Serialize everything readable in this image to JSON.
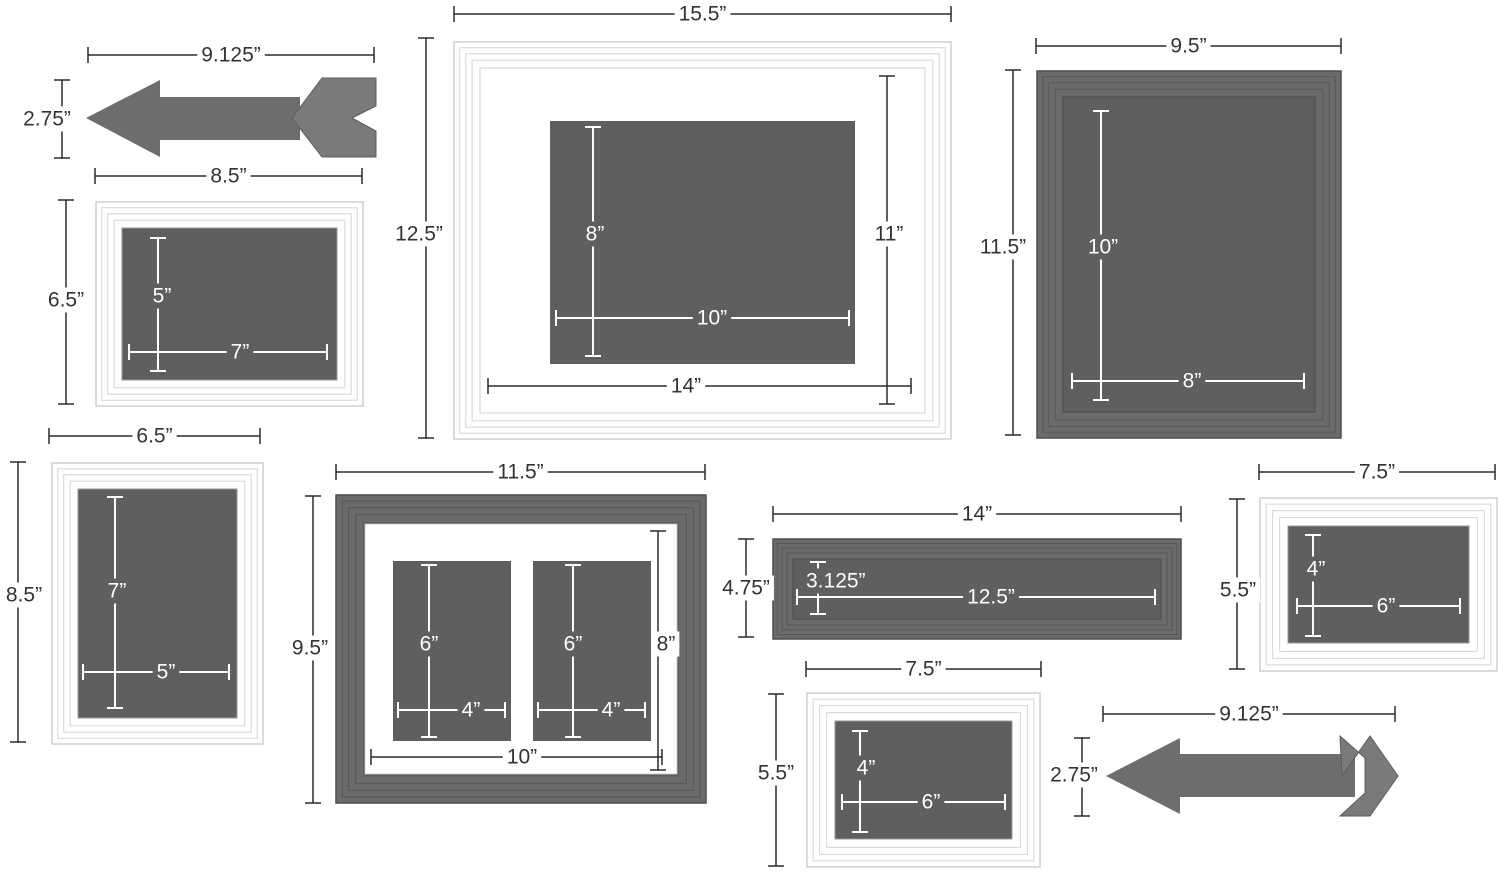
{
  "colors": {
    "white_frame": "#ffffff",
    "white_frame_edge": "#cfcfcf",
    "gray_frame": "#6b6b6b",
    "gray_frame_edge": "#4f4f4f",
    "opening": "#5f5f5f",
    "mat": "#ffffff",
    "arrow": "#6d6d6d",
    "dimension_line": "#2b2b2b",
    "inner_dimension_line": "#ffffff"
  },
  "items": {
    "arrow_top_left": {
      "name": "arrow-sign-top-left",
      "color": "gray",
      "width": "9.125”",
      "height": "2.75”"
    },
    "frame_7x5": {
      "name": "frame-white-7x5",
      "color": "white",
      "outer_width": "8.5”",
      "outer_height": "6.5”",
      "inner_width": "7”",
      "inner_height": "5”"
    },
    "frame_10x8_mat": {
      "name": "frame-white-10x8-matted",
      "color": "white",
      "outer_width": "15.5”",
      "outer_height": "12.5”",
      "mat_width": "14”",
      "mat_height": "11”",
      "inner_width": "10”",
      "inner_height": "8”"
    },
    "frame_8x10_gray": {
      "name": "frame-gray-8x10",
      "color": "gray",
      "outer_width": "9.5”",
      "outer_height": "11.5”",
      "inner_width": "8”",
      "inner_height": "10”"
    },
    "frame_5x7": {
      "name": "frame-white-5x7",
      "color": "white",
      "outer_width": "6.5”",
      "outer_height": "8.5”",
      "inner_width": "5”",
      "inner_height": "7”"
    },
    "frame_double_4x6": {
      "name": "frame-gray-double-4x6",
      "color": "gray",
      "outer_width": "11.5”",
      "outer_height": "9.5”",
      "mat_width": "10”",
      "mat_height": "8”",
      "left_width": "4”",
      "left_height": "6”",
      "right_width": "4”",
      "right_height": "6”"
    },
    "frame_panoramic": {
      "name": "frame-gray-panoramic",
      "color": "gray",
      "outer_width": "14”",
      "outer_height": "4.75”",
      "inner_width": "12.5”",
      "inner_height": "3.125”"
    },
    "frame_6x4_right": {
      "name": "frame-white-6x4-right",
      "color": "white",
      "outer_width": "7.5”",
      "outer_height": "5.5”",
      "inner_width": "6”",
      "inner_height": "4”"
    },
    "frame_6x4_bottom": {
      "name": "frame-white-6x4-bottom",
      "color": "white",
      "outer_width": "7.5”",
      "outer_height": "5.5”",
      "inner_width": "6”",
      "inner_height": "4”"
    },
    "arrow_bottom_right": {
      "name": "arrow-sign-bottom-right",
      "color": "gray",
      "width": "9.125”",
      "height": "2.75”"
    }
  }
}
